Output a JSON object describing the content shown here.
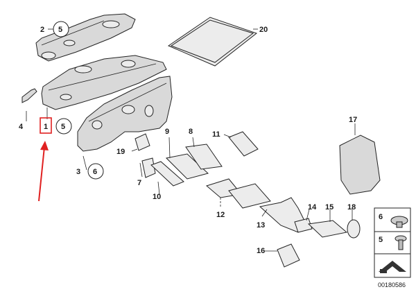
{
  "callouts": {
    "c1": "1",
    "c2": "2",
    "c3": "3",
    "c4": "4",
    "c5a": "5",
    "c5b": "5",
    "c6": "6",
    "c7": "7",
    "c8": "8",
    "c9": "9",
    "c10": "10",
    "c11": "11",
    "c12": "12",
    "c13": "13",
    "c14": "14",
    "c15": "15",
    "c16": "16",
    "c17": "17",
    "c18": "18",
    "c19": "19",
    "c20": "20"
  },
  "legend": {
    "item_a": "6",
    "item_b": "5",
    "code": "00180586"
  },
  "highlight_color": "#e02020",
  "arrow_color": "#e02020"
}
